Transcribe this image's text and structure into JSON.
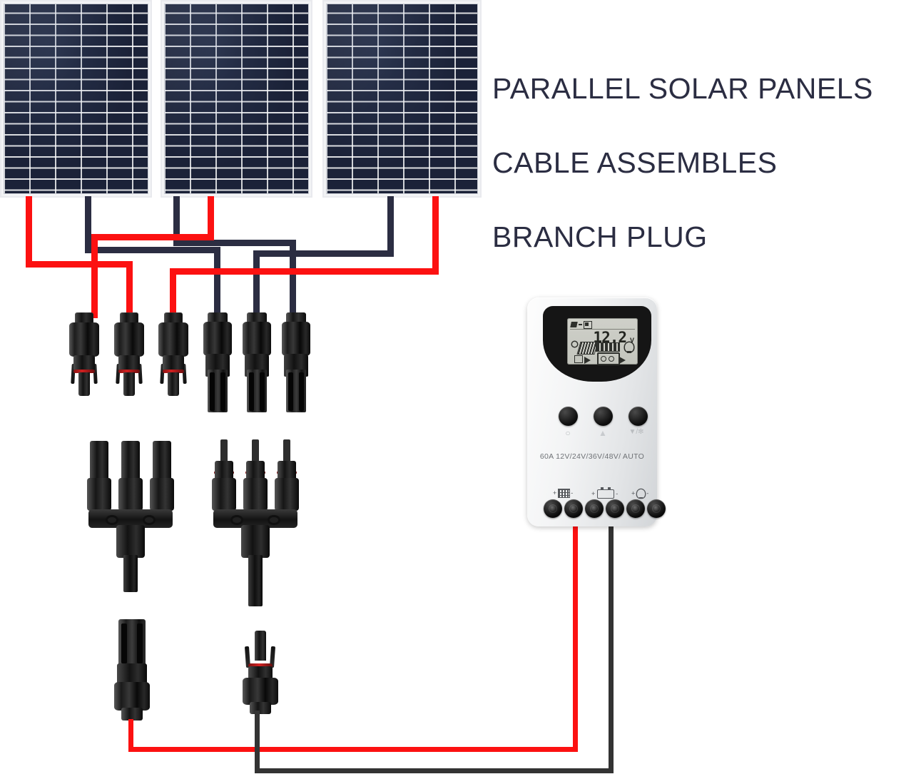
{
  "title": {
    "line1": "PARALLEL SOLAR PANELS",
    "line2": "CABLE ASSEMBLES",
    "line3": "BRANCH PLUG",
    "color": "#2b2d42"
  },
  "colors": {
    "positive_wire": "#fc1111",
    "negative_wire": "#2b2d42",
    "output_black_wire": "#333333",
    "panel_cell": "#1b2238",
    "title_text": "#2b2d42"
  },
  "panels": [
    {
      "name": "solar-panel-1",
      "positive_wire_color": "#fc1111",
      "negative_wire_color": "#2b2d42"
    },
    {
      "name": "solar-panel-2",
      "positive_wire_color": "#fc1111",
      "negative_wire_color": "#2b2d42"
    },
    {
      "name": "solar-panel-3",
      "positive_wire_color": "#fc1111",
      "negative_wire_color": "#2b2d42"
    }
  ],
  "connectors": {
    "male_row_count": 3,
    "female_row_count": 3,
    "male_label": "MC4 male connector",
    "female_label": "MC4 female connector",
    "branch_female_label": "3-to-1 branch connector female",
    "branch_male_label": "3-to-1 branch connector male",
    "lone_female_label": "MC4 female connector positive lead",
    "lone_male_label": "MC4 male connector negative lead"
  },
  "controller": {
    "name": "solar-charge-controller",
    "model_label": "60A 12V/24V/36V/48V/ AUTO",
    "display": {
      "value": "12.2",
      "unit": "V",
      "icons": [
        "solar-panel-icon",
        "battery-icon",
        "light-bulb-icon",
        "battery-level-bars"
      ]
    },
    "buttons": [
      {
        "name": "power-button",
        "icon": "power-clock-icon",
        "glyph": "○"
      },
      {
        "name": "up-button",
        "icon": "up-arrow-icon",
        "glyph": "▲"
      },
      {
        "name": "load-light-button",
        "icon": "down-arrow-light-icon",
        "glyph": "▼/✻"
      }
    ],
    "terminal_groups": [
      {
        "name": "pv-terminals",
        "icon": "solar-panel-icon",
        "plus": "+",
        "minus": "-"
      },
      {
        "name": "battery-terminals",
        "icon": "battery-icon",
        "plus": "+",
        "minus": "-"
      },
      {
        "name": "load-terminals",
        "icon": "light-bulb-icon",
        "plus": "+",
        "minus": "-"
      }
    ],
    "terminal_count": 6
  }
}
